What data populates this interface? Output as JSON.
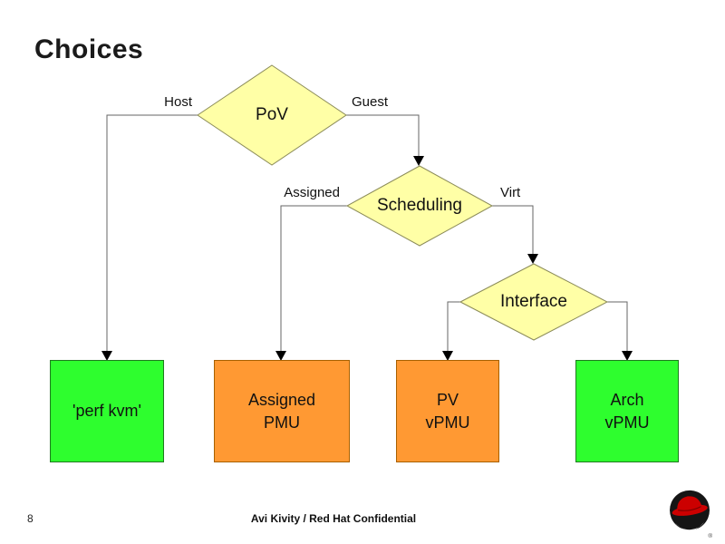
{
  "slide": {
    "title": "Choices",
    "page_number": "8",
    "footer_text": "Avi Kivity / Red Hat Confidential"
  },
  "diagram": {
    "type": "decision-tree-flowchart",
    "decisions": [
      {
        "label": "PoV",
        "branches": [
          {
            "label": "Host",
            "target": "'perf kvm'"
          },
          {
            "label": "Guest",
            "target": "Scheduling"
          }
        ]
      },
      {
        "label": "Scheduling",
        "branches": [
          {
            "label": "Assigned",
            "target": "Assigned PMU"
          },
          {
            "label": "Virt",
            "target": "Interface"
          }
        ]
      },
      {
        "label": "Interface",
        "branches": [
          {
            "label": "",
            "target": "PV vPMU"
          },
          {
            "label": "",
            "target": "Arch vPMU"
          }
        ]
      }
    ],
    "outcomes": [
      {
        "line1": "'perf kvm'",
        "line2": "",
        "color": "green"
      },
      {
        "line1": "Assigned",
        "line2": "PMU",
        "color": "orange"
      },
      {
        "line1": "PV",
        "line2": "vPMU",
        "color": "orange"
      },
      {
        "line1": "Arch",
        "line2": "vPMU",
        "color": "green"
      }
    ]
  },
  "colors": {
    "background": "#ffffff",
    "diamond_fill": "#ffffa6",
    "diamond_border": "#8c8c5a",
    "green_fill": "#2efe2e",
    "green_border": "#1f7a1f",
    "orange_fill": "#ff9933",
    "orange_border": "#a86000",
    "connector_line": "#666666",
    "arrowhead": "#000000",
    "logo_red": "#cc0000",
    "logo_dark": "#151515"
  },
  "logo": {
    "name": "redhat-shadowman-logo",
    "registered_mark": "®"
  }
}
